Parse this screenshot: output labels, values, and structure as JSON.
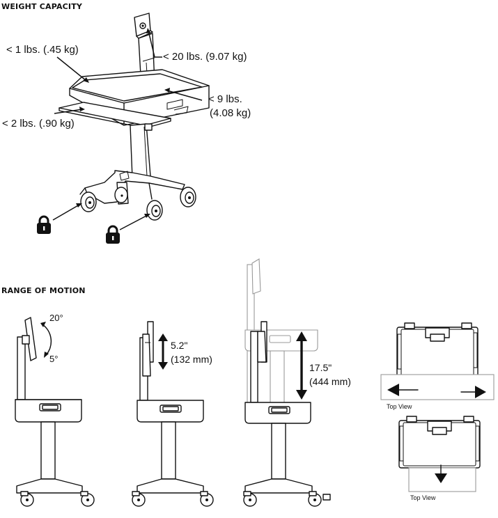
{
  "sections": {
    "weight_capacity": "WEIGHT CAPACITY",
    "range_of_motion": "RANGE OF MOTION"
  },
  "weight_labels": {
    "monitor": "< 20 lbs. (9.07 kg)",
    "tray": "< 1 lbs. (.45 kg)",
    "basket_line1": "< 9 lbs.",
    "basket_line2": "(4.08 kg)",
    "keyboard": "< 2 lbs. (.90 kg)"
  },
  "motion_labels": {
    "tilt_up": "20°",
    "tilt_down": "5°",
    "monitor_lift_line1": "5.2\"",
    "monitor_lift_line2": "(132 mm)",
    "cart_lift_line1": "17.5\"",
    "cart_lift_line2": "(444 mm)",
    "top_view_1": "Top View",
    "top_view_2": "Top View"
  },
  "icons": [
    "lock-icon",
    "lock-icon"
  ]
}
